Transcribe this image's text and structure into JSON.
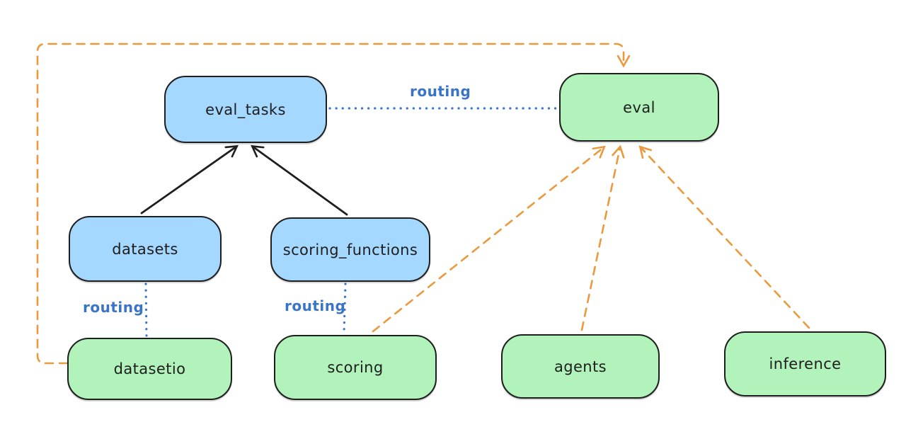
{
  "diagram": {
    "type": "flow-diagram",
    "background": "#ffffff",
    "colors": {
      "api_node_fill": "#a5d8ff",
      "provider_node_fill": "#b2f2bb",
      "node_stroke": "#1e1e1e",
      "routing_line_blue": "#3a74c9",
      "dependency_line_orange": "#eb993d"
    },
    "nodes": {
      "eval_tasks": {
        "label": "eval_tasks",
        "kind": "blue"
      },
      "eval": {
        "label": "eval",
        "kind": "green"
      },
      "datasets": {
        "label": "datasets",
        "kind": "blue"
      },
      "scoring_functions": {
        "label": "scoring_functions",
        "kind": "blue"
      },
      "datasetio": {
        "label": "datasetio",
        "kind": "green"
      },
      "scoring": {
        "label": "scoring",
        "kind": "green"
      },
      "agents": {
        "label": "agents",
        "kind": "green"
      },
      "inference": {
        "label": "inference",
        "kind": "green"
      }
    },
    "routing_labels": {
      "top": "routing",
      "datasets": "routing",
      "scoring": "routing"
    },
    "edges": [
      {
        "from": "datasets",
        "to": "eval_tasks",
        "style": "solid-black-arrow"
      },
      {
        "from": "scoring_functions",
        "to": "eval_tasks",
        "style": "solid-black-arrow"
      },
      {
        "from": "eval_tasks",
        "to": "eval",
        "style": "dotted-blue",
        "label": "routing"
      },
      {
        "from": "datasets",
        "to": "datasetio",
        "style": "dotted-blue",
        "label": "routing"
      },
      {
        "from": "scoring_functions",
        "to": "scoring",
        "style": "dotted-blue",
        "label": "routing"
      },
      {
        "from": "datasetio",
        "to": "eval",
        "style": "dashed-orange-arrow"
      },
      {
        "from": "scoring",
        "to": "eval",
        "style": "dashed-orange-arrow"
      },
      {
        "from": "agents",
        "to": "eval",
        "style": "dashed-orange-arrow"
      },
      {
        "from": "inference",
        "to": "eval",
        "style": "dashed-orange-arrow"
      }
    ]
  }
}
